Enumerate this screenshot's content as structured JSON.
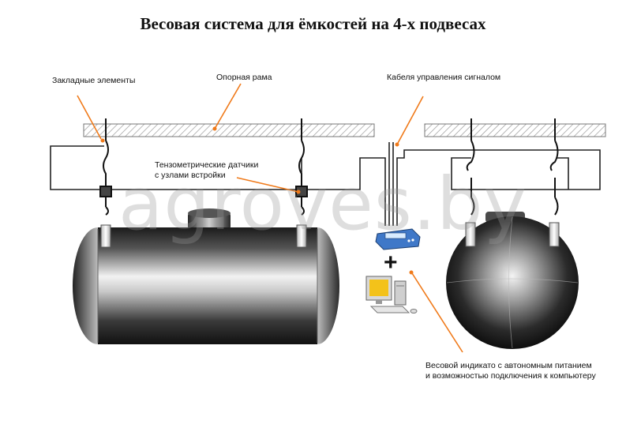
{
  "title": "Весовая система для ёмкостей на 4-х подвесах",
  "labels": {
    "embedded": "Закладные элементы",
    "frame": "Опорная рама",
    "cables": "Кабеля управления сигналом",
    "sensors_line1": "Тензометрические датчики",
    "sensors_line2": "с узлами встройки",
    "indicator_line1": "Весовой индикато с автономным питанием",
    "indicator_line2": "и возможностью подключения к компьютеру"
  },
  "plus": "+",
  "watermark": "agroves.by",
  "colors": {
    "leader": "#f07a1a",
    "cable": "#222222",
    "hatch": "#9a9a9a",
    "tank_dark": "#1b1b1b",
    "tank_light": "#f2f2f2",
    "indicator": "#3f78c8"
  }
}
